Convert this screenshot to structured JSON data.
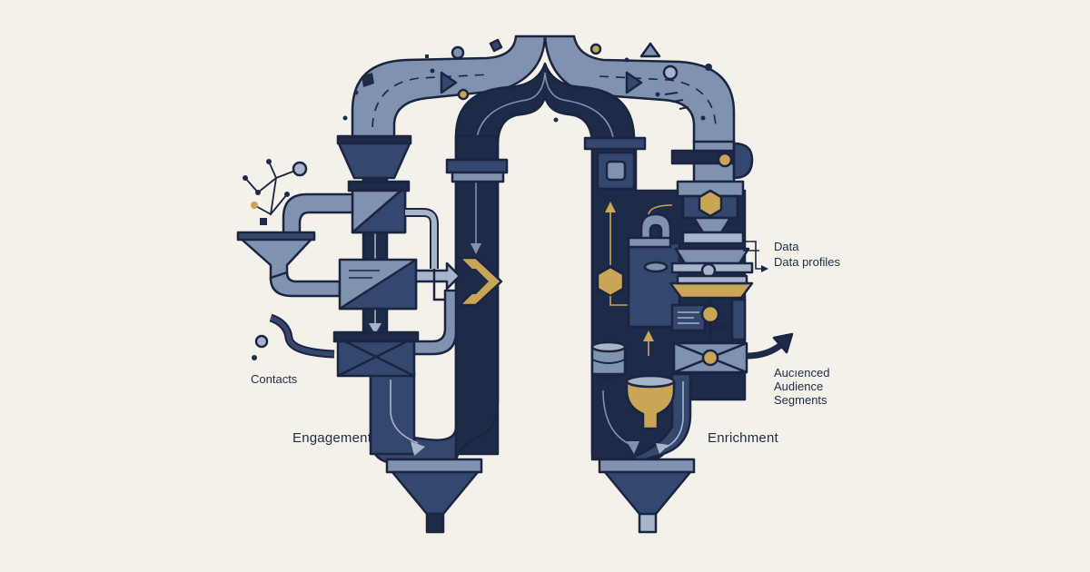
{
  "labels": {
    "contacts": "Contacts",
    "engagement": "Engagement",
    "enrichment": "Enrichment",
    "data": "Data",
    "data_profiles": "Data profiles",
    "audienced": "Aucıenced",
    "audience": "Audience",
    "segments": "Segments"
  },
  "colors": {
    "background": "#f4f1eb",
    "navy": "#1d2a48",
    "slate": "#34476f",
    "steel": "#7f92b0",
    "light_steel": "#a7b4c9",
    "gold": "#c9a655",
    "outline": "#1b2440"
  },
  "icons": [
    "network-node-icon",
    "funnel-icon",
    "valve-icon",
    "chevron-arrow-icon",
    "hexagon-icon",
    "database-cylinder-icon",
    "magnet-icon",
    "document-icon",
    "arrow-out-icon"
  ]
}
